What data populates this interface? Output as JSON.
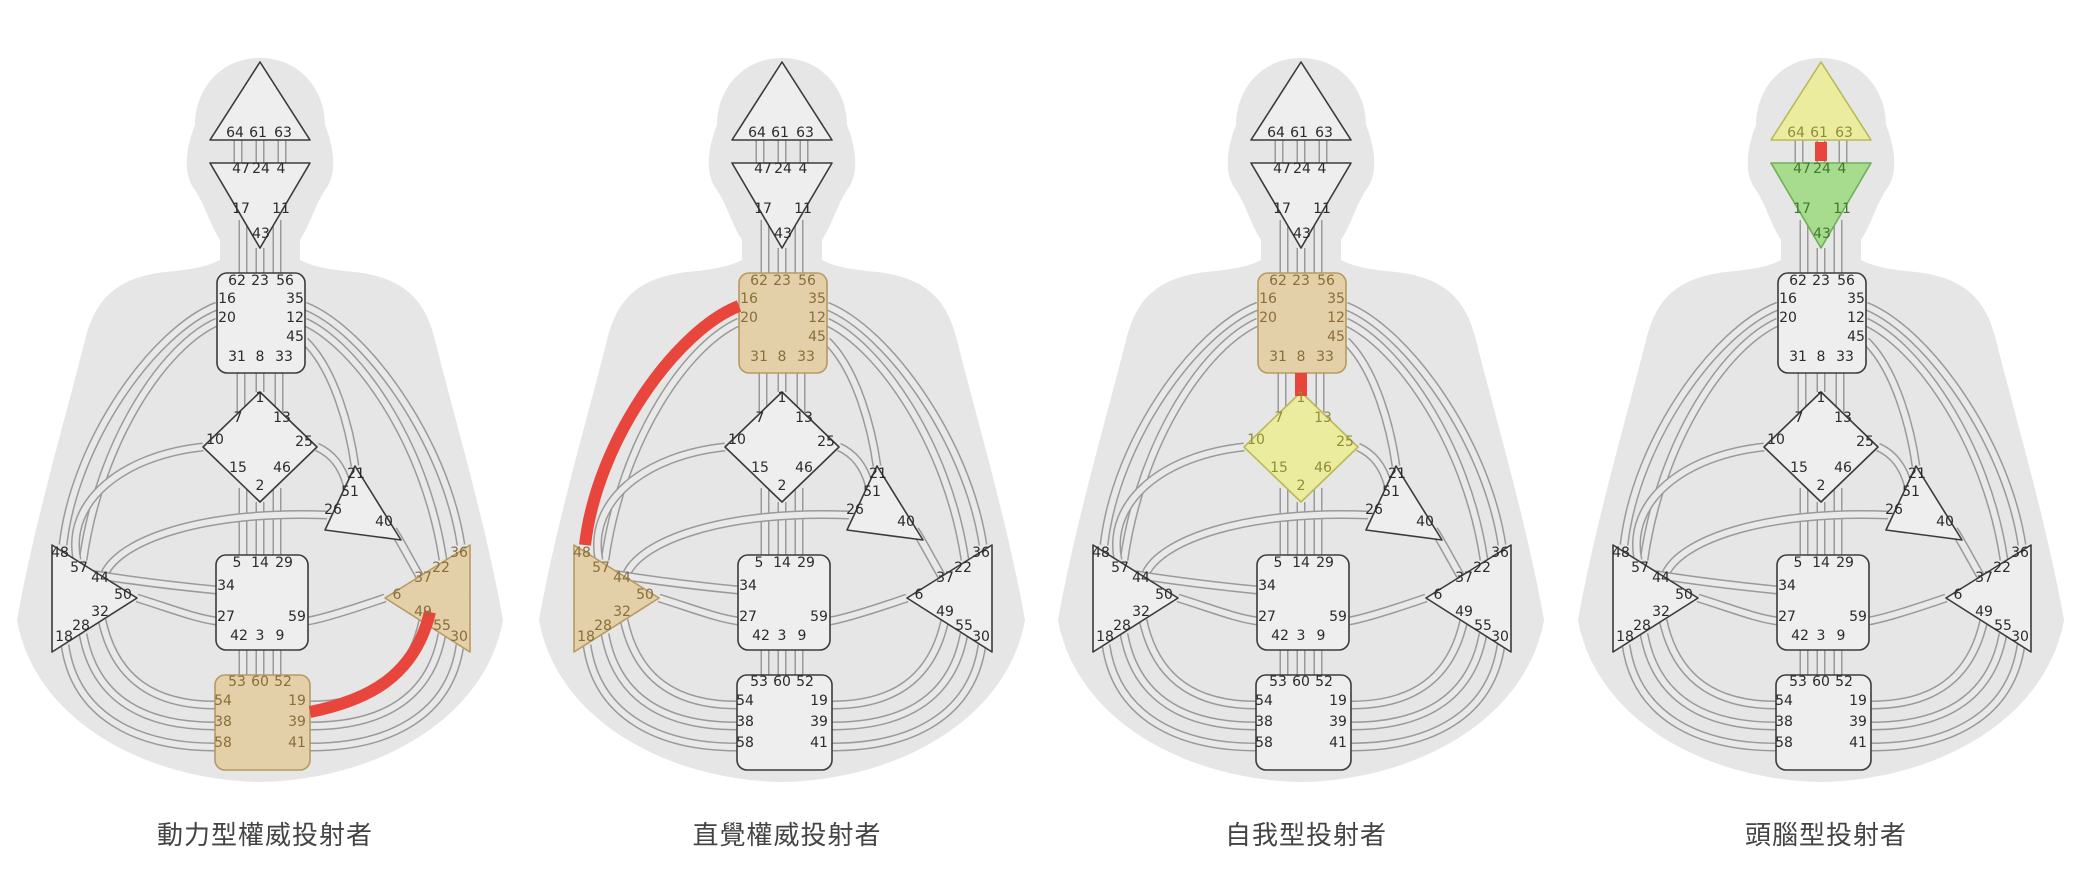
{
  "colors": {
    "silhouette": "#e6e6e6",
    "channel_fill": "#e9e9e9",
    "channel_stroke": "#9a9a9a",
    "center_fill": "#eeeeee",
    "center_stroke": "#3b3b3b",
    "gate_text": "#2b2b2b",
    "defined_tan": "#e3d0a8",
    "defined_tan_stroke": "#b79a62",
    "defined_tan_text": "#8a6d3b",
    "defined_yellow": "#ecec9e",
    "defined_yellow_stroke": "#b9b95a",
    "defined_green": "#a7dc8f",
    "defined_green_stroke": "#6fae58",
    "active_channel": "#e8463d",
    "caption": "#444444"
  },
  "gates": {
    "head": [
      "64",
      "61",
      "63"
    ],
    "ajna": [
      "47",
      "24",
      "4",
      "17",
      "11",
      "43"
    ],
    "throat": [
      "62",
      "23",
      "56",
      "16",
      "35",
      "20",
      "12",
      "45",
      "31",
      "8",
      "33"
    ],
    "g": [
      "1",
      "7",
      "13",
      "10",
      "25",
      "15",
      "46",
      "2"
    ],
    "ego": [
      "21",
      "51",
      "26",
      "40"
    ],
    "spleen": [
      "48",
      "57",
      "44",
      "50",
      "32",
      "28",
      "18"
    ],
    "sacral": [
      "5",
      "14",
      "29",
      "34",
      "27",
      "59",
      "42",
      "3",
      "9"
    ],
    "solar": [
      "36",
      "22",
      "37",
      "6",
      "49",
      "55",
      "30"
    ],
    "root": [
      "53",
      "60",
      "52",
      "54",
      "19",
      "38",
      "39",
      "58",
      "41"
    ]
  },
  "panels": [
    {
      "caption": "動力型權威投射者",
      "defined_centers": {
        "solar": "tan",
        "root": "tan"
      },
      "active_channels": [
        "19-49"
      ]
    },
    {
      "caption": "直覺權威投射者",
      "defined_centers": {
        "throat": "tan",
        "spleen": "tan"
      },
      "active_channels": [
        "16-48"
      ]
    },
    {
      "caption": "自我型投射者",
      "defined_centers": {
        "throat": "tan",
        "g": "yellow"
      },
      "active_channels": [
        "1-8"
      ]
    },
    {
      "caption": "頭腦型投射者",
      "defined_centers": {
        "head": "yellow",
        "ajna": "green"
      },
      "active_channels": [
        "61-24"
      ]
    }
  ]
}
